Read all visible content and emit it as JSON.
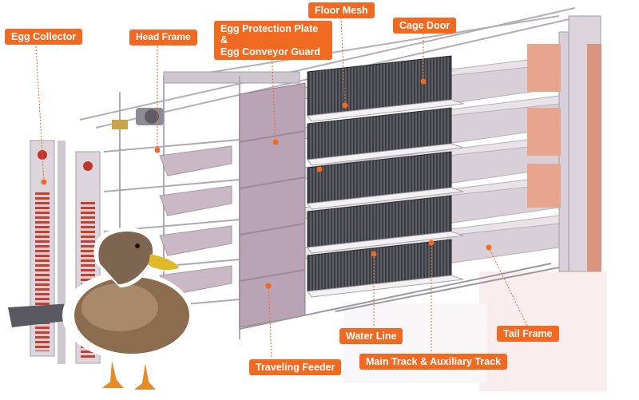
{
  "diagram": {
    "labels": {
      "egg_collector": "Egg Collector",
      "head_frame": "Head Frame",
      "egg_protection_line1": "Egg Protection Plate &",
      "egg_protection_line2": "Egg Conveyor Guard",
      "floor_mesh": "Floor Mesh",
      "cage_door": "Cage Door",
      "water_line": "Water Line",
      "tail_frame": "Tail Frame",
      "traveling_feeder": "Traveling Feeder",
      "main_track": "Main Track & Auxiliary Track"
    },
    "colors": {
      "accent": "#f26a22",
      "frame": "#c9c2cc",
      "panel": "#b9a3b4",
      "mesh": "#3c3f44",
      "collector_red": "#c0352b",
      "tail_pink": "#e7a58d"
    }
  }
}
